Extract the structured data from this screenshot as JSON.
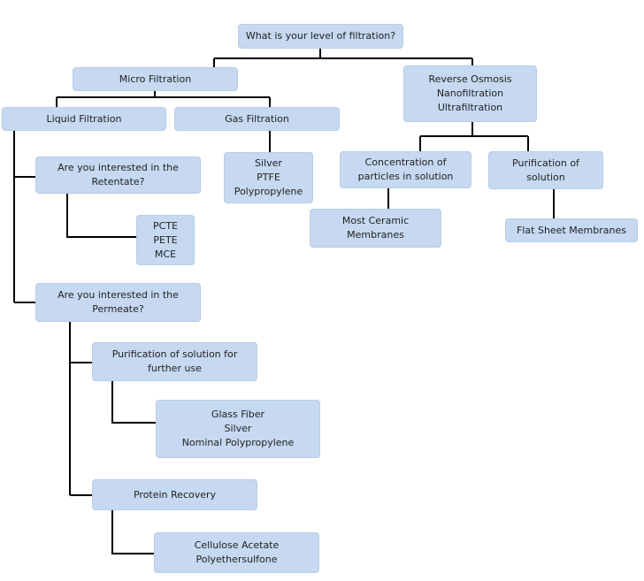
{
  "nodes": {
    "root": "What is your level of filtration?",
    "micro": "Micro Filtration",
    "ro": "Reverse Osmosis\nNanofiltration\nUltrafiltration",
    "liquid": "Liquid Filtration",
    "gas": "Gas Filtration",
    "gas_media": "Silver\nPTFE\nPolypropylene",
    "retentate_q": "Are you interested in the\nRetentate?",
    "retentate_media": "PCTE\nPETE\nMCE",
    "permeate_q": "Are you interested in the\nPermeate?",
    "purification_further": "Purification of solution for\nfurther use",
    "purification_media": "Glass Fiber\nSilver\nNominal Polypropylene",
    "protein": "Protein Recovery",
    "protein_media": "Cellulose Acetate\nPolyethersulfone",
    "concentration": "Concentration of\nparticles in solution",
    "ceramic": "Most Ceramic\nMembranes",
    "purification_solution": "Purification of\nsolution",
    "flat_sheet": "Flat Sheet Membranes"
  },
  "colors": {
    "box_fill": "#c6d9f1",
    "box_border": "#b8cce4",
    "connector": "#000000"
  }
}
